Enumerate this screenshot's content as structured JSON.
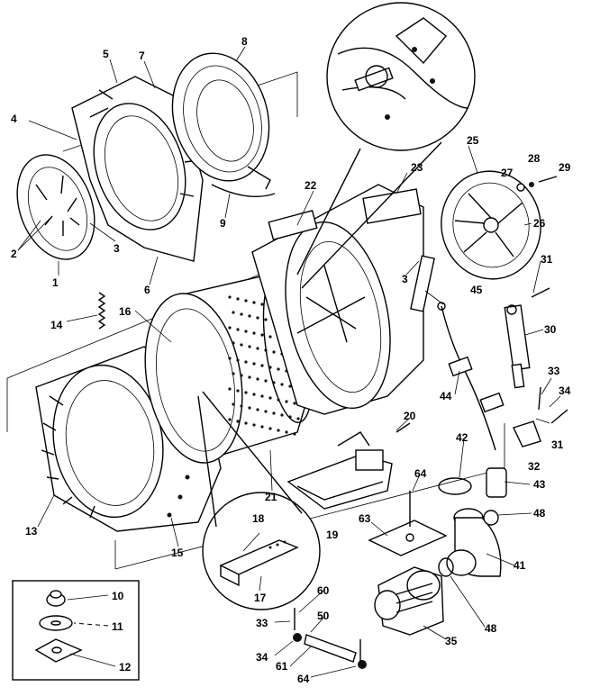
{
  "diagram": {
    "labels": {
      "l1": "1",
      "l2": "2",
      "l3a": "3",
      "l3b": "3",
      "l4": "4",
      "l5": "5",
      "l6": "6",
      "l7": "7",
      "l8": "8",
      "l9": "9",
      "l10": "10",
      "l11": "11",
      "l12": "12",
      "l13": "13",
      "l14": "14",
      "l15": "15",
      "l16": "16",
      "l17": "17",
      "l18": "18",
      "l19": "19",
      "l20": "20",
      "l21": "21",
      "l22": "22",
      "l23": "23",
      "l25": "25",
      "l26": "26",
      "l27": "27",
      "l28": "28",
      "l29": "29",
      "l30": "30",
      "l31a": "31",
      "l31b": "31",
      "l32": "32",
      "l33a": "33",
      "l33b": "33",
      "l34a": "34",
      "l34b": "34",
      "l35": "35",
      "l41": "41",
      "l42": "42",
      "l43": "43",
      "l44": "44",
      "l45": "45",
      "l48a": "48",
      "l48b": "48",
      "l50": "50",
      "l60": "60",
      "l61": "61",
      "l63": "63",
      "l64a": "64",
      "l64b": "64"
    }
  }
}
